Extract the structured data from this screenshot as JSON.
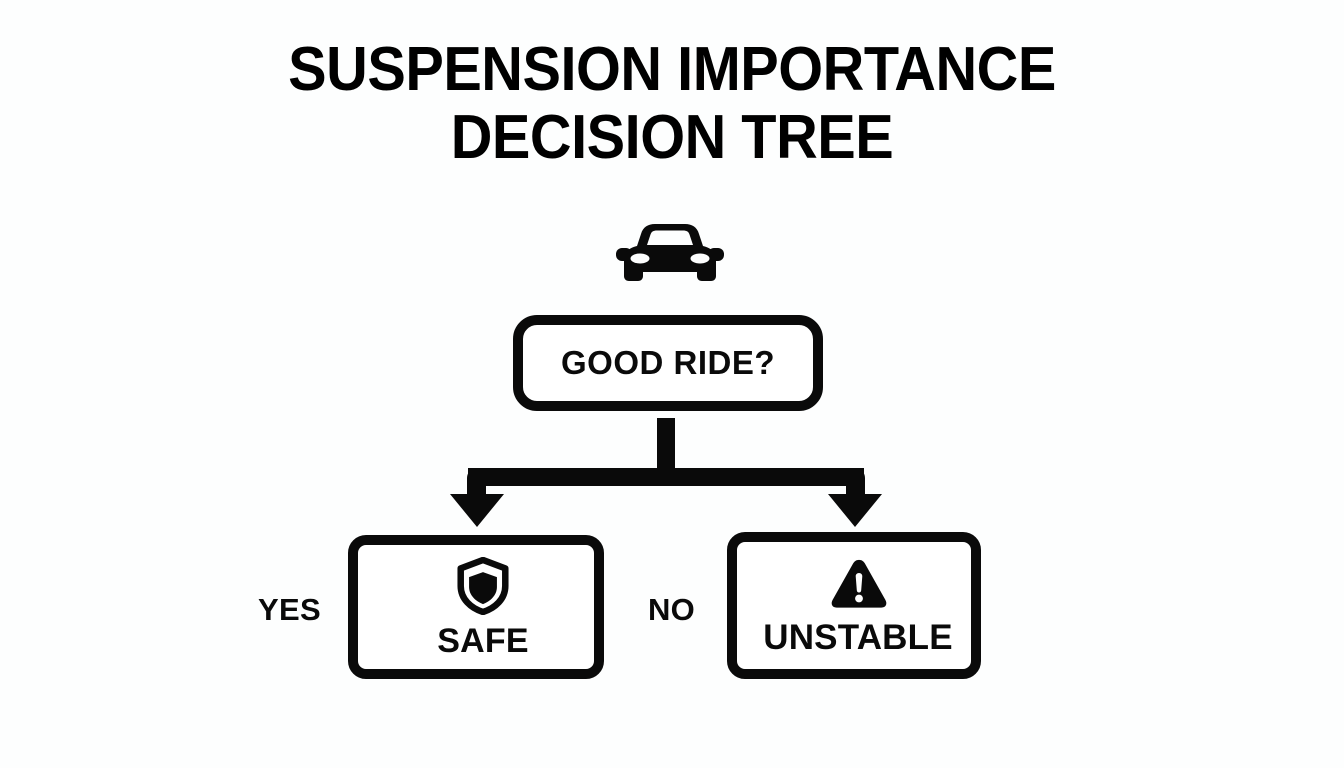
{
  "diagram": {
    "title_line_1": "SUSPENSION IMPORTANCE",
    "title_line_2": "DECISION TREE",
    "root_icon": "car-front-icon",
    "decision": {
      "label": "GOOD RIDE?"
    },
    "branches": [
      {
        "edge_label": "YES",
        "icon": "shield-icon",
        "label": "SAFE"
      },
      {
        "edge_label": "NO",
        "icon": "warning-triangle-icon",
        "label": "UNSTABLE"
      }
    ],
    "colors": {
      "background": "#fdfefe",
      "ink": "#0a0a0a",
      "box_fill": "#ffffff"
    }
  }
}
